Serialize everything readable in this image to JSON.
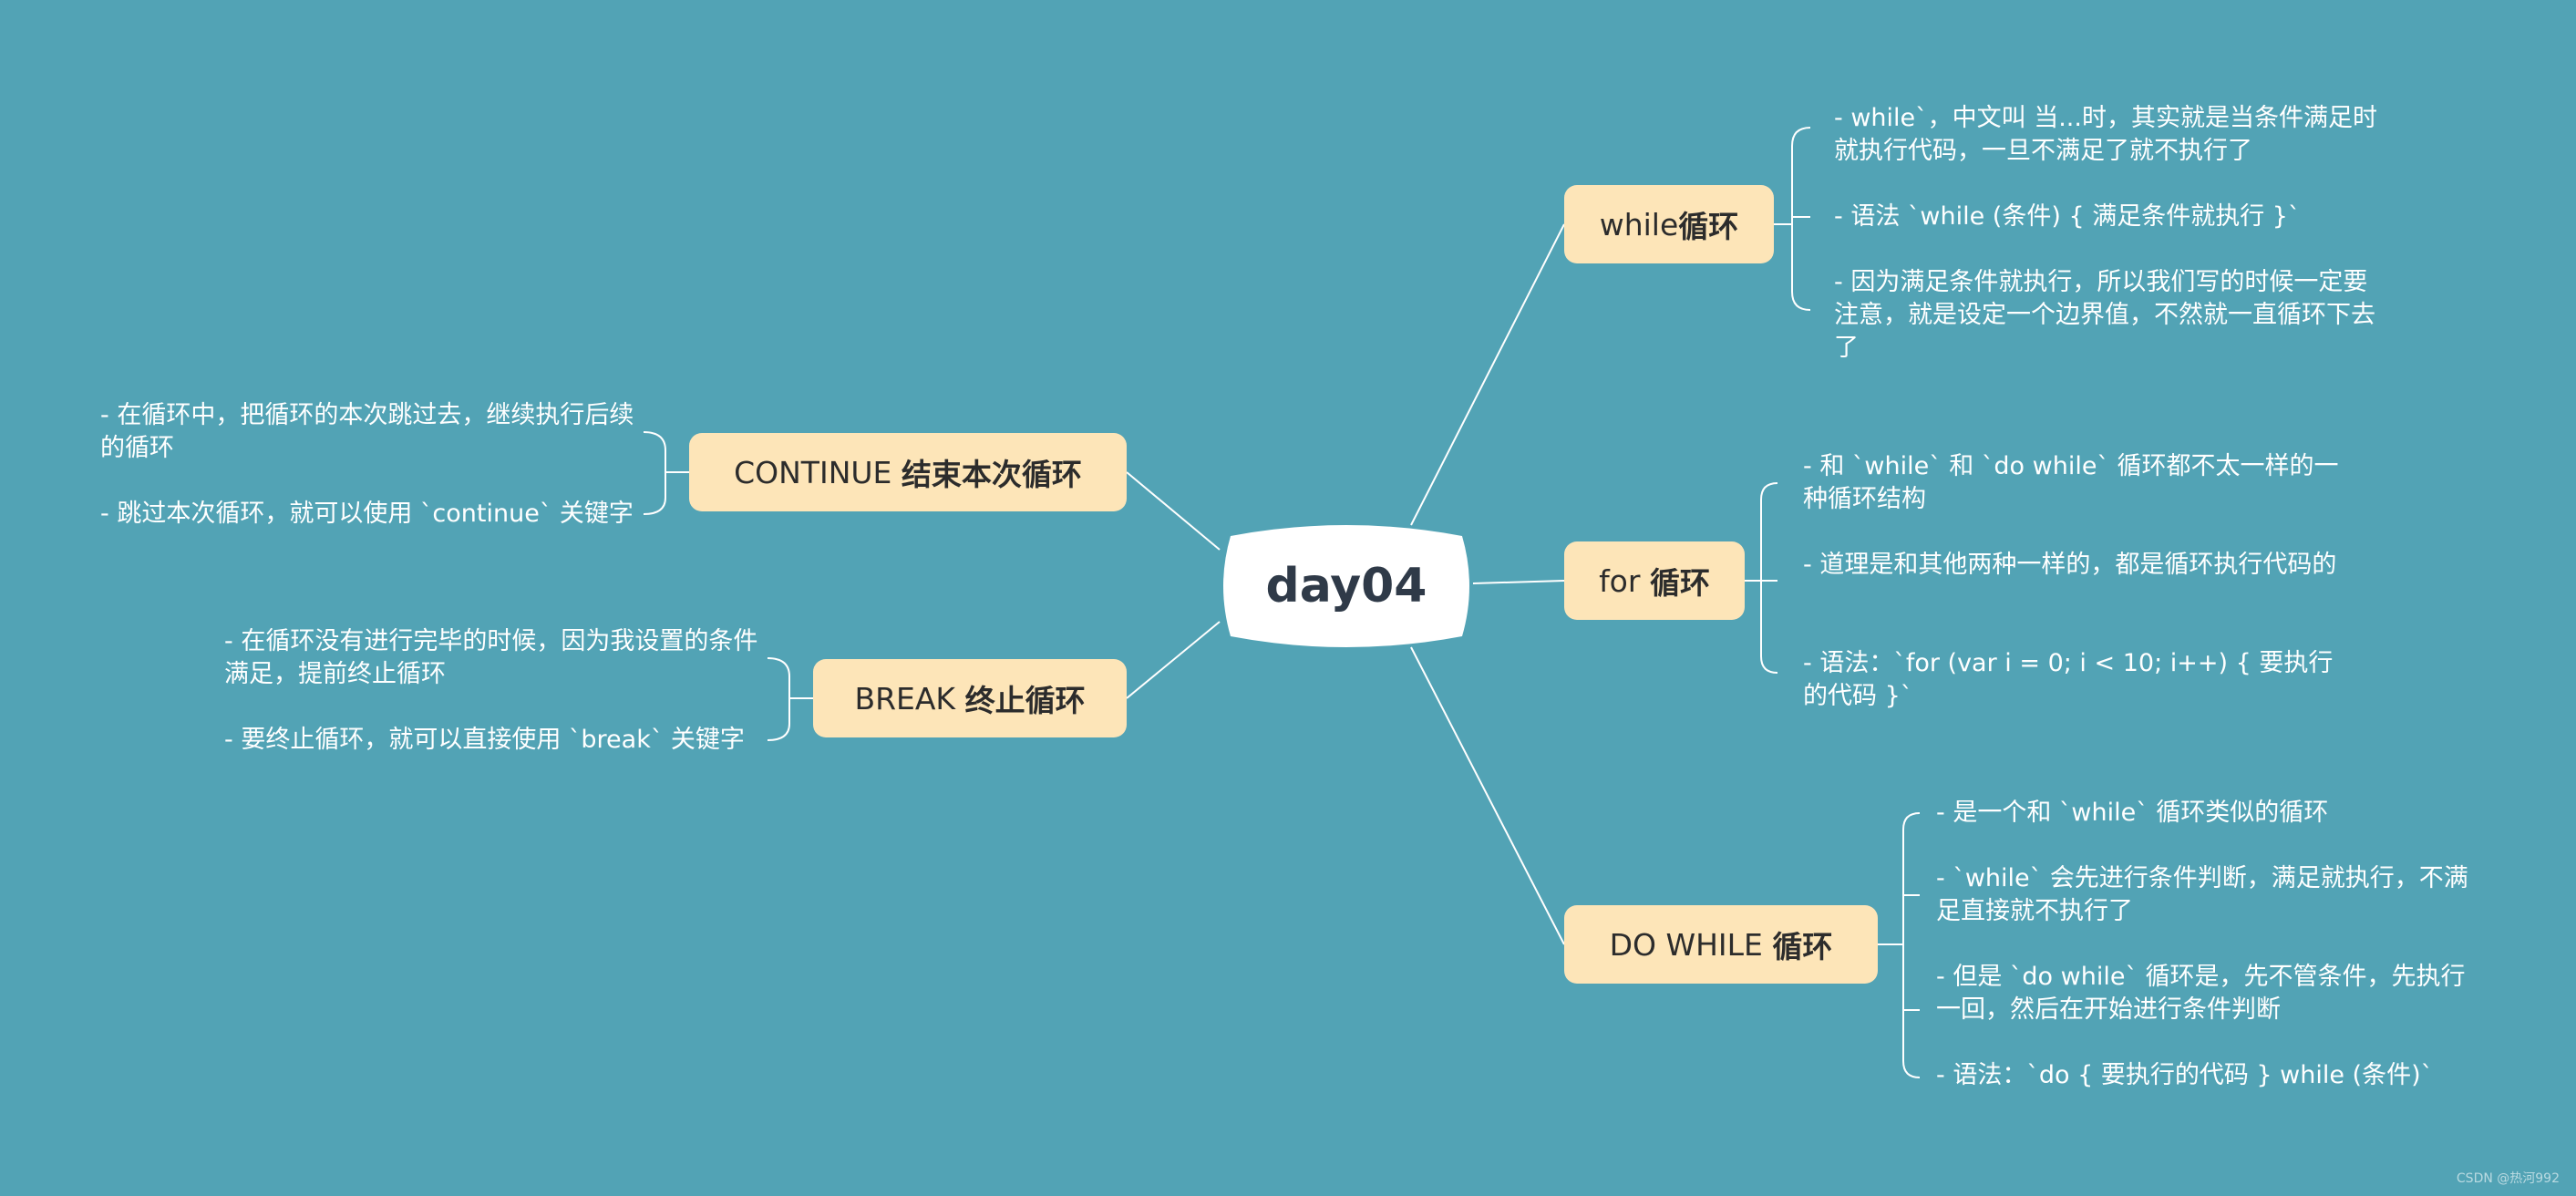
{
  "central": {
    "label": "day04"
  },
  "topics": {
    "while": {
      "prefix": "while",
      "bold": "循环"
    },
    "for": {
      "prefix": "for ",
      "bold": "循环"
    },
    "dowhile": {
      "prefix": "DO WHILE ",
      "bold": "循环"
    },
    "continue": {
      "prefix": "CONTINUE ",
      "bold": "结束本次循环"
    },
    "break": {
      "prefix": "BREAK ",
      "bold": "终止循环"
    }
  },
  "notes": {
    "while": [
      "- while`，中文叫 当...时，其实就是当条件满足时就执行代码，一旦不满足了就不执行了",
      "- 语法 `while (条件) { 满足条件就执行 }`",
      "- 因为满足条件就执行，所以我们写的时候一定要注意，就是设定一个边界值，不然就一直循环下去了"
    ],
    "for": [
      "- 和 `while` 和 `do while` 循环都不太一样的一种循环结构",
      "- 道理是和其他两种一样的，都是循环执行代码的",
      "- 语法：`for (var i = 0; i < 10; i++) { 要执行的代码 }`"
    ],
    "dowhile": [
      "- 是一个和 `while` 循环类似的循环",
      "- `while` 会先进行条件判断，满足就执行，不满足直接就不执行了",
      "- 但是 `do while` 循环是，先不管条件，先执行一回，然后在开始进行条件判断",
      "- 语法：`do { 要执行的代码 } while (条件)`"
    ],
    "continue": [
      "- 在循环中，把循环的本次跳过去，继续执行后续的循环",
      "- 跳过本次循环，就可以使用 `continue` 关键字"
    ],
    "break": [
      "- 在循环没有进行完毕的时候，因为我设置的条件满足，提前终止循环",
      "- 要终止循环，就可以直接使用 `break` 关键字"
    ]
  },
  "watermark": "CSDN @热河992",
  "colors": {
    "background": "#52a3b5",
    "topic_fill": "#fde5b8",
    "central_fill": "#ffffff",
    "connector": "#ffffff"
  }
}
